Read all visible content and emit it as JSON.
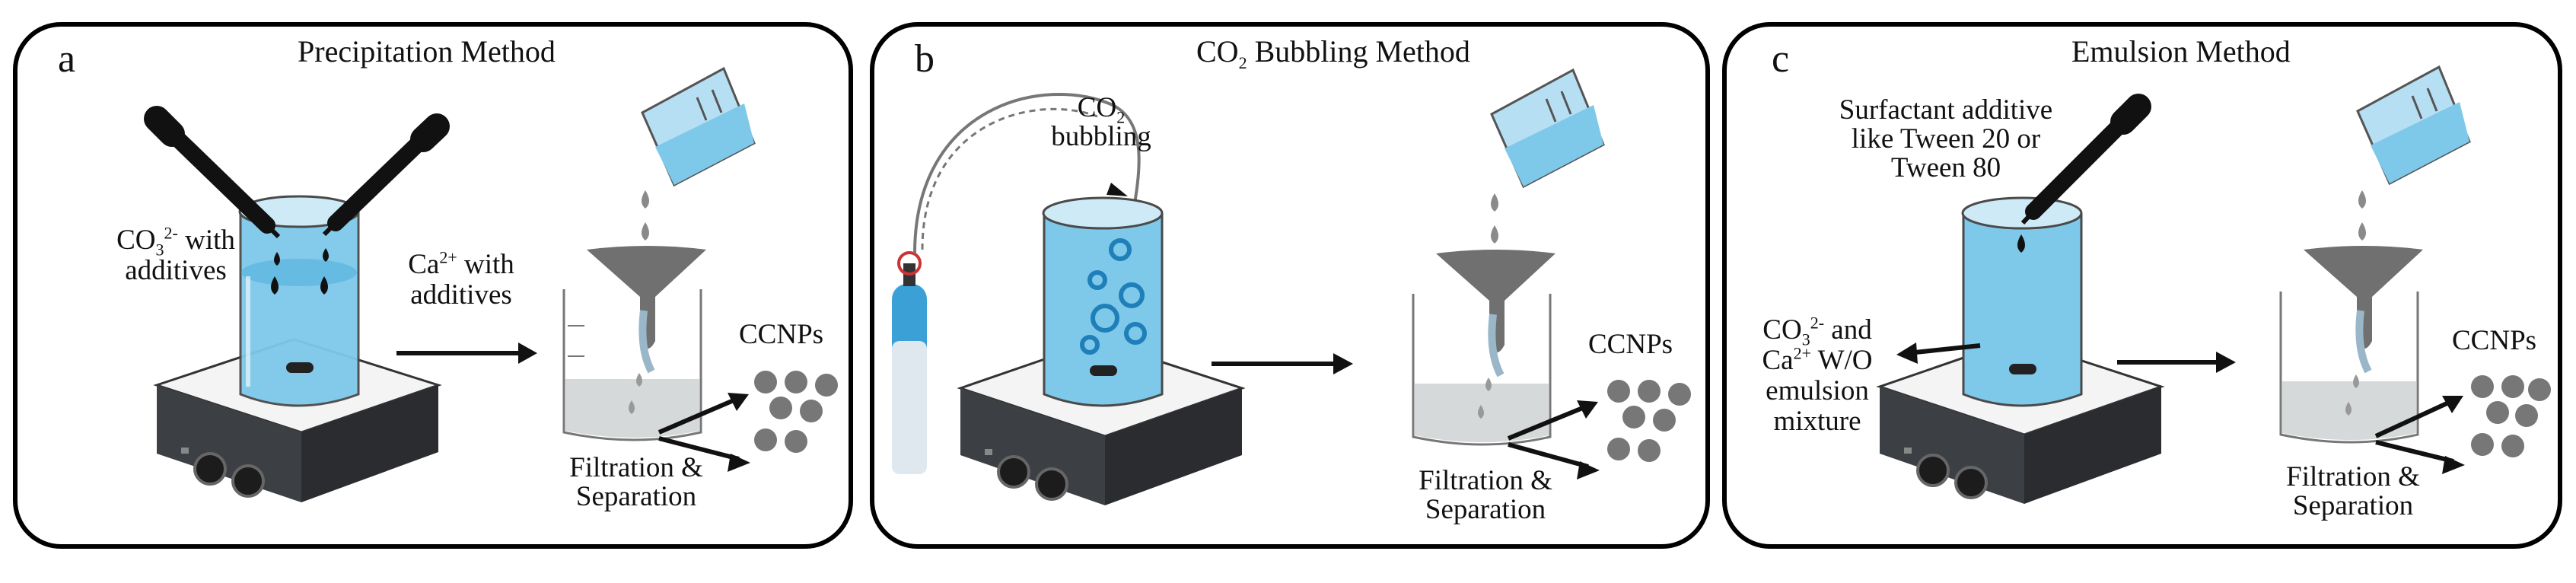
{
  "panels": [
    {
      "id": "a",
      "letter": "a",
      "title": "Precipitation Method",
      "left_label": {
        "line1_pre": "CO",
        "line1_sub": "3",
        "line1_sup": "2-",
        "line1_post": " with",
        "line2": "additives"
      },
      "right_label": {
        "line1_pre": "Ca",
        "line1_sup": "2+",
        "line1_post": " with",
        "line2": "additives"
      },
      "product": "CCNPs",
      "filtration": [
        "Filtration &",
        "Separation"
      ]
    },
    {
      "id": "b",
      "letter": "b",
      "title_pre": "CO",
      "title_sub": "2",
      "title_post": " Bubbling Method",
      "bubble_label": {
        "line1_pre": "CO",
        "line1_sub": "2",
        "line2": "bubbling"
      },
      "product": "CCNPs",
      "filtration": [
        "Filtration &",
        "Separation"
      ]
    },
    {
      "id": "c",
      "letter": "c",
      "title": "Emulsion Method",
      "surfactant": [
        "Surfactant additive",
        "like Tween 20 or",
        "Tween 80"
      ],
      "mixture": {
        "line1_pre": "CO",
        "line1_sub": "3",
        "line1_sup": "2-",
        "line1_post": " and",
        "line2_pre": "Ca",
        "line2_sup": "2+",
        "line2_post": " W/O",
        "line3": "emulsion",
        "line4": "mixture"
      },
      "product": "CCNPs",
      "filtration": [
        "Filtration &",
        "Separation"
      ]
    }
  ],
  "colors": {
    "liquid": "#7ec8ea",
    "liquid_dark": "#3aa0d6",
    "hotplate": "#3c3f44",
    "hotplate_top": "#f4f4f4",
    "funnel": "#707070",
    "particle": "#707070",
    "filtrate": "#d6d9d9",
    "border": "#000000"
  }
}
